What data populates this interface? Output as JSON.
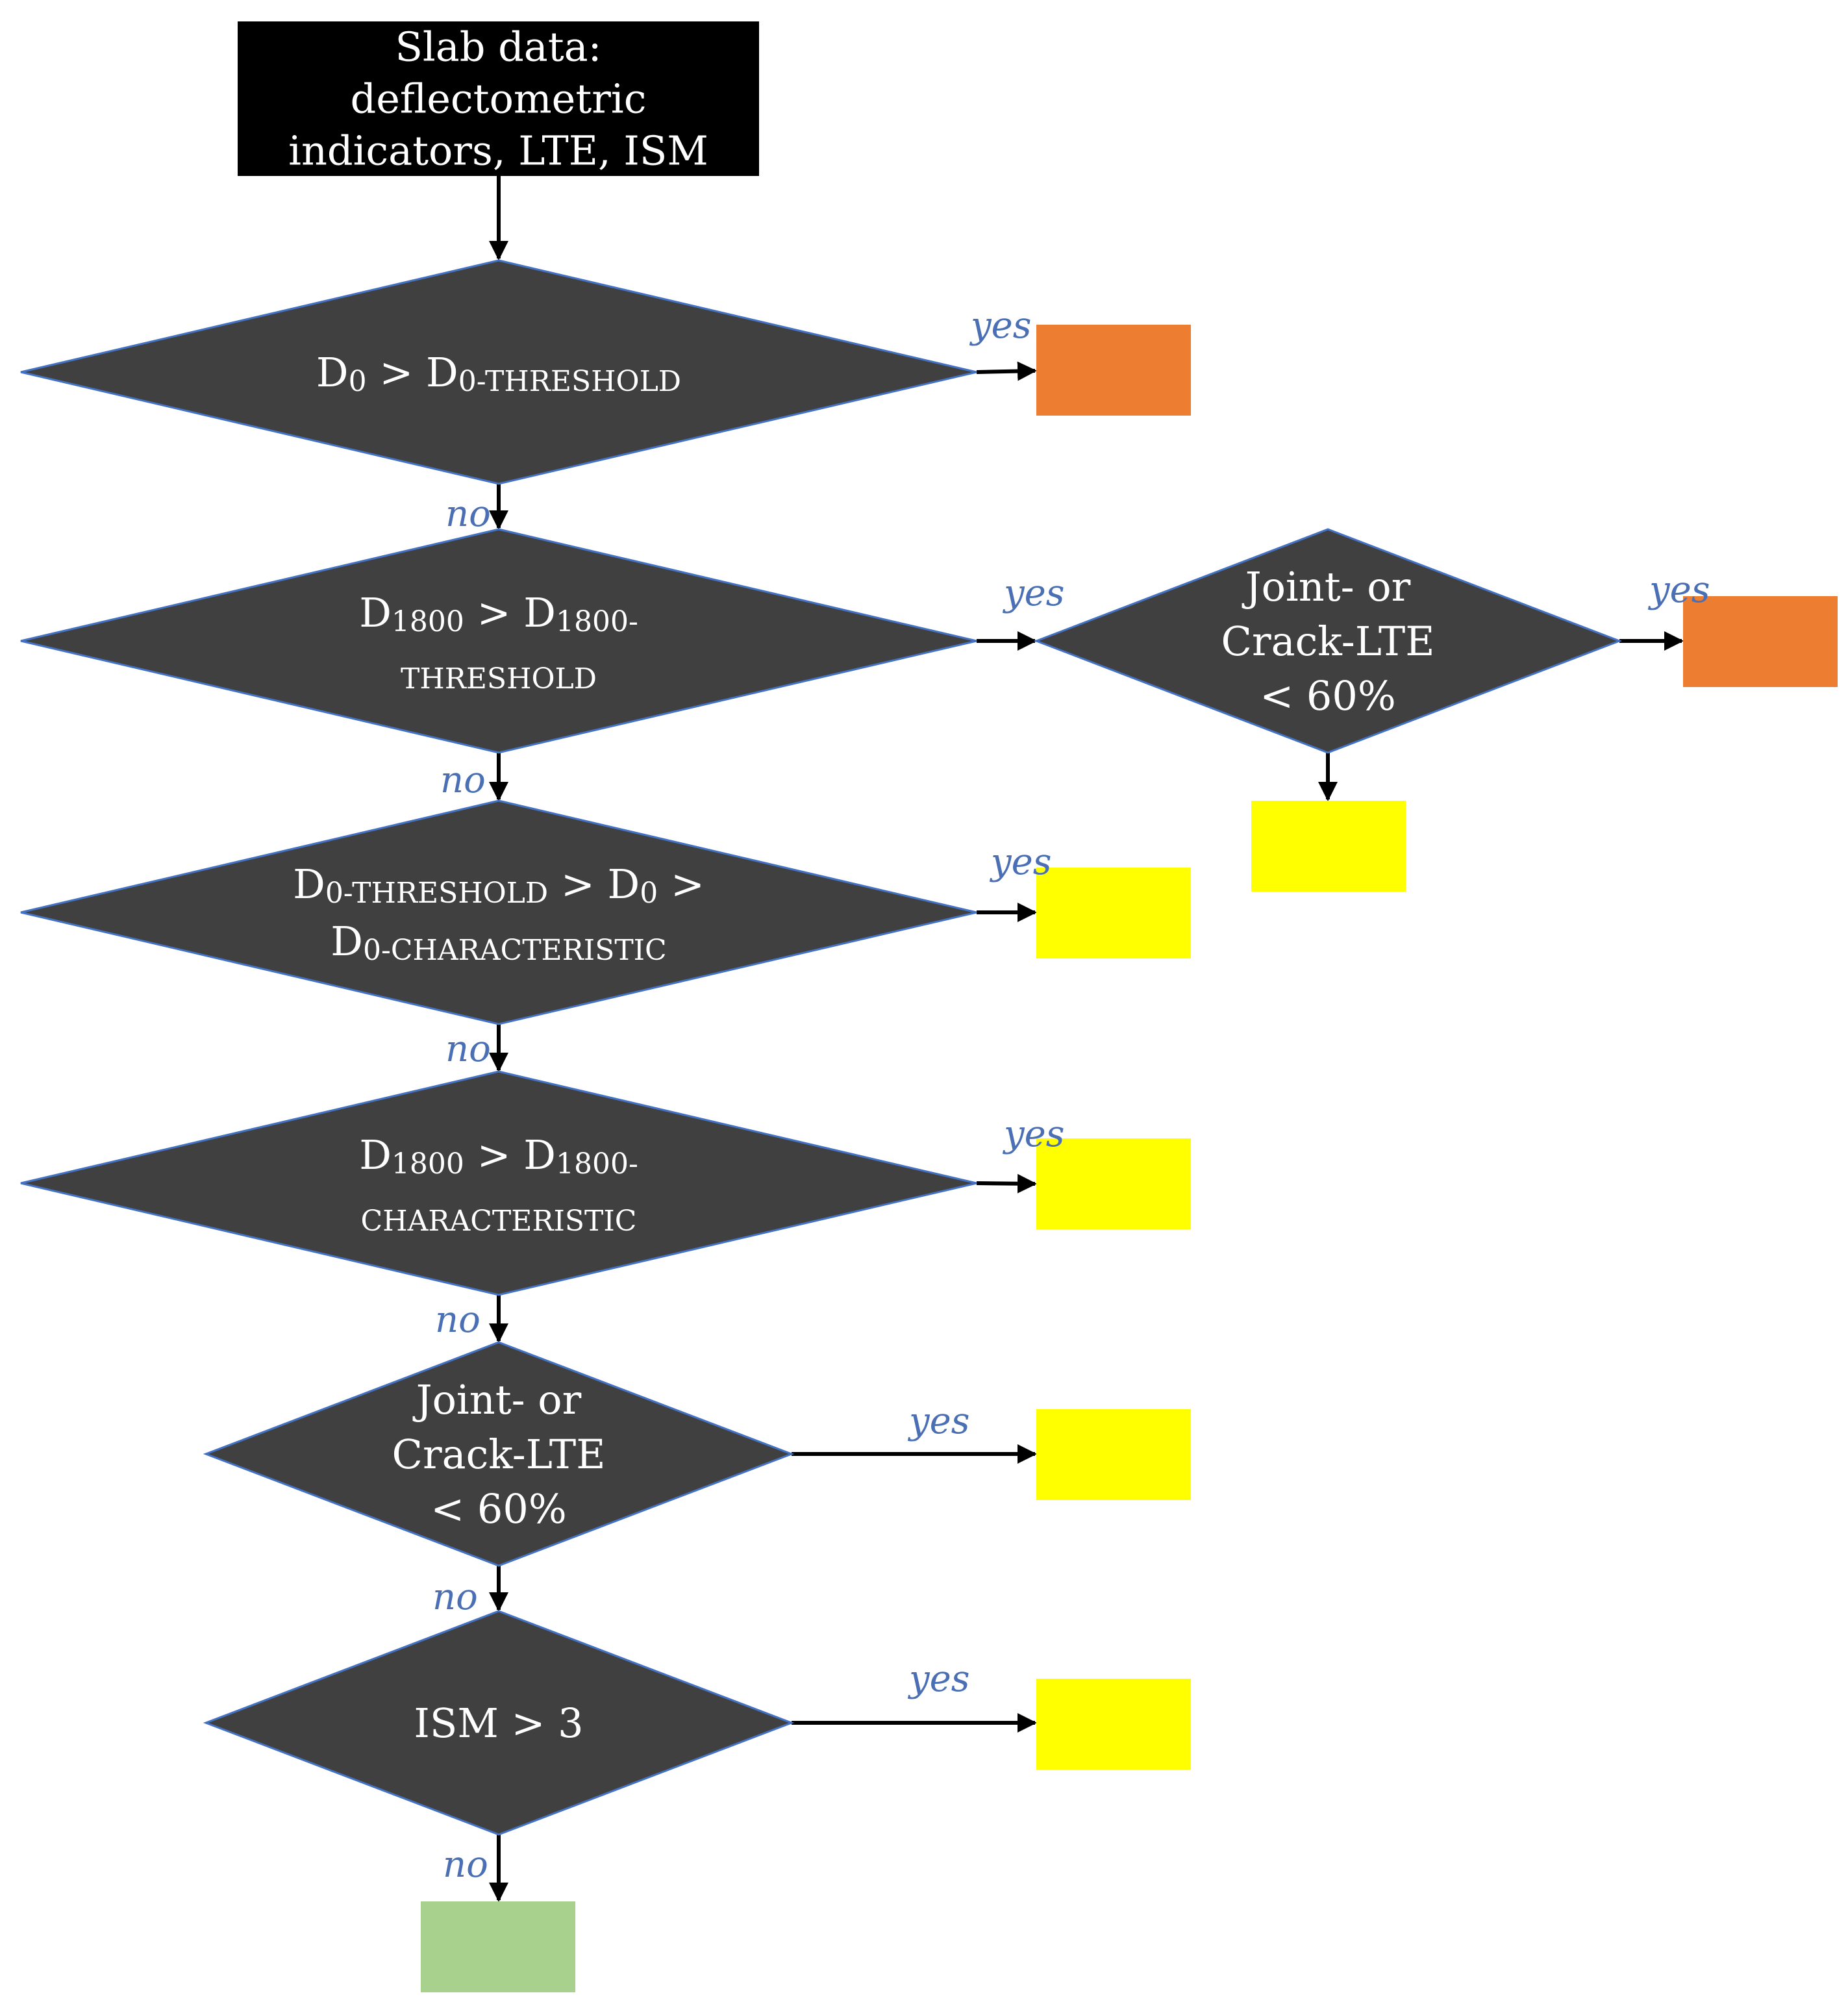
{
  "start": {
    "lines": [
      "Slab data:",
      "deflectometric",
      "indicators, LTE, ISM"
    ]
  },
  "decisions": [
    {
      "id": "d0-threshold",
      "lines": [
        [
          {
            "t": "D"
          },
          {
            "t": "0",
            "s": true
          },
          {
            "t": " > D"
          },
          {
            "t": "0-THRESHOLD",
            "s": true
          }
        ]
      ]
    },
    {
      "id": "d1800-threshold",
      "lines": [
        [
          {
            "t": "D"
          },
          {
            "t": "1800",
            "s": true
          },
          {
            "t": " > D"
          },
          {
            "t": "1800-",
            "s": true
          }
        ],
        [
          {
            "t": "THRESHOLD",
            "s": true
          }
        ]
      ]
    },
    {
      "id": "d0-characteristic",
      "lines": [
        [
          {
            "t": "D"
          },
          {
            "t": "0-THRESHOLD",
            "s": true
          },
          {
            "t": " > D"
          },
          {
            "t": "0",
            "s": true
          },
          {
            "t": " >"
          }
        ],
        [
          {
            "t": "D"
          },
          {
            "t": "0-CHARACTERISTIC",
            "s": true
          }
        ]
      ]
    },
    {
      "id": "d1800-characteristic",
      "lines": [
        [
          {
            "t": "D"
          },
          {
            "t": "1800",
            "s": true
          },
          {
            "t": " > D"
          },
          {
            "t": "1800-",
            "s": true
          }
        ],
        [
          {
            "t": "CHARACTERISTIC",
            "s": true
          }
        ]
      ]
    },
    {
      "id": "lte-main",
      "lines": [
        [
          {
            "t": "Joint- or"
          }
        ],
        [
          {
            "t": "Crack-LTE"
          }
        ],
        [
          {
            "t": "< 60%"
          }
        ]
      ]
    },
    {
      "id": "ism",
      "lines": [
        [
          {
            "t": "ISM > 3"
          }
        ]
      ]
    },
    {
      "id": "lte-side",
      "lines": [
        [
          {
            "t": "Joint- or"
          }
        ],
        [
          {
            "t": "Crack-LTE"
          }
        ],
        [
          {
            "t": "< 60%"
          }
        ]
      ]
    }
  ],
  "labels": {
    "yes": "yes",
    "no": "no"
  },
  "outcome_colors": {
    "orange": "#ed7d31",
    "yellow": "#ffff00",
    "green": "#a9d18e",
    "diamond_fill": "#404040",
    "diamond_stroke": "#4472c4",
    "start_fill": "#000000"
  }
}
